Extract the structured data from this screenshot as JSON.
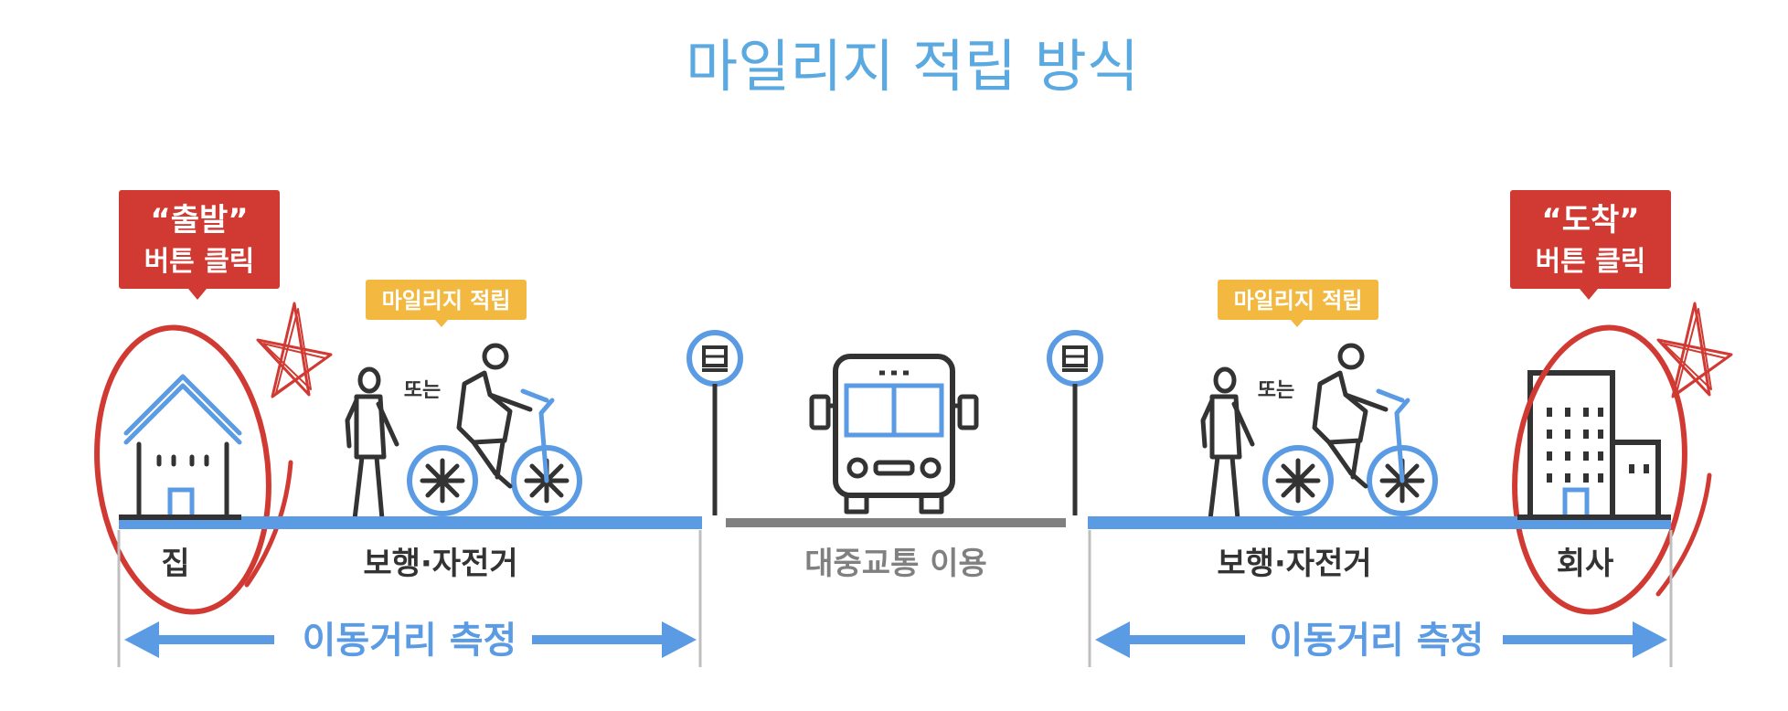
{
  "title": "마일리지 적립 방식",
  "start_callout": {
    "line1": "“출발”",
    "line2": "버튼 클릭"
  },
  "arrive_callout": {
    "line1": "“도착”",
    "line2": "버튼 클릭"
  },
  "mileage_left": "마일리지 적립",
  "mileage_right": "마일리지 적립",
  "or_left": "또는",
  "or_right": "또는",
  "labels": {
    "home": "집",
    "walk_bike_left": "보행·자전거",
    "public_transit": "대중교통 이용",
    "walk_bike_right": "보행·자전거",
    "company": "회사"
  },
  "measure_left": "이동거리 측정",
  "measure_right": "이동거리 측정",
  "icons": [
    "house-icon",
    "pedestrian-icon",
    "cyclist-icon",
    "bus-stop-sign-icon",
    "bus-icon",
    "office-building-icon",
    "star-doodle-icon",
    "circle-doodle-icon"
  ],
  "colors": {
    "title": "#5aa9e0",
    "accent_blue": "#5b9be4",
    "callout_red": "#d13a33",
    "callout_yellow": "#f2b840",
    "icon_dark": "#333333",
    "transit_grey": "#808080"
  }
}
